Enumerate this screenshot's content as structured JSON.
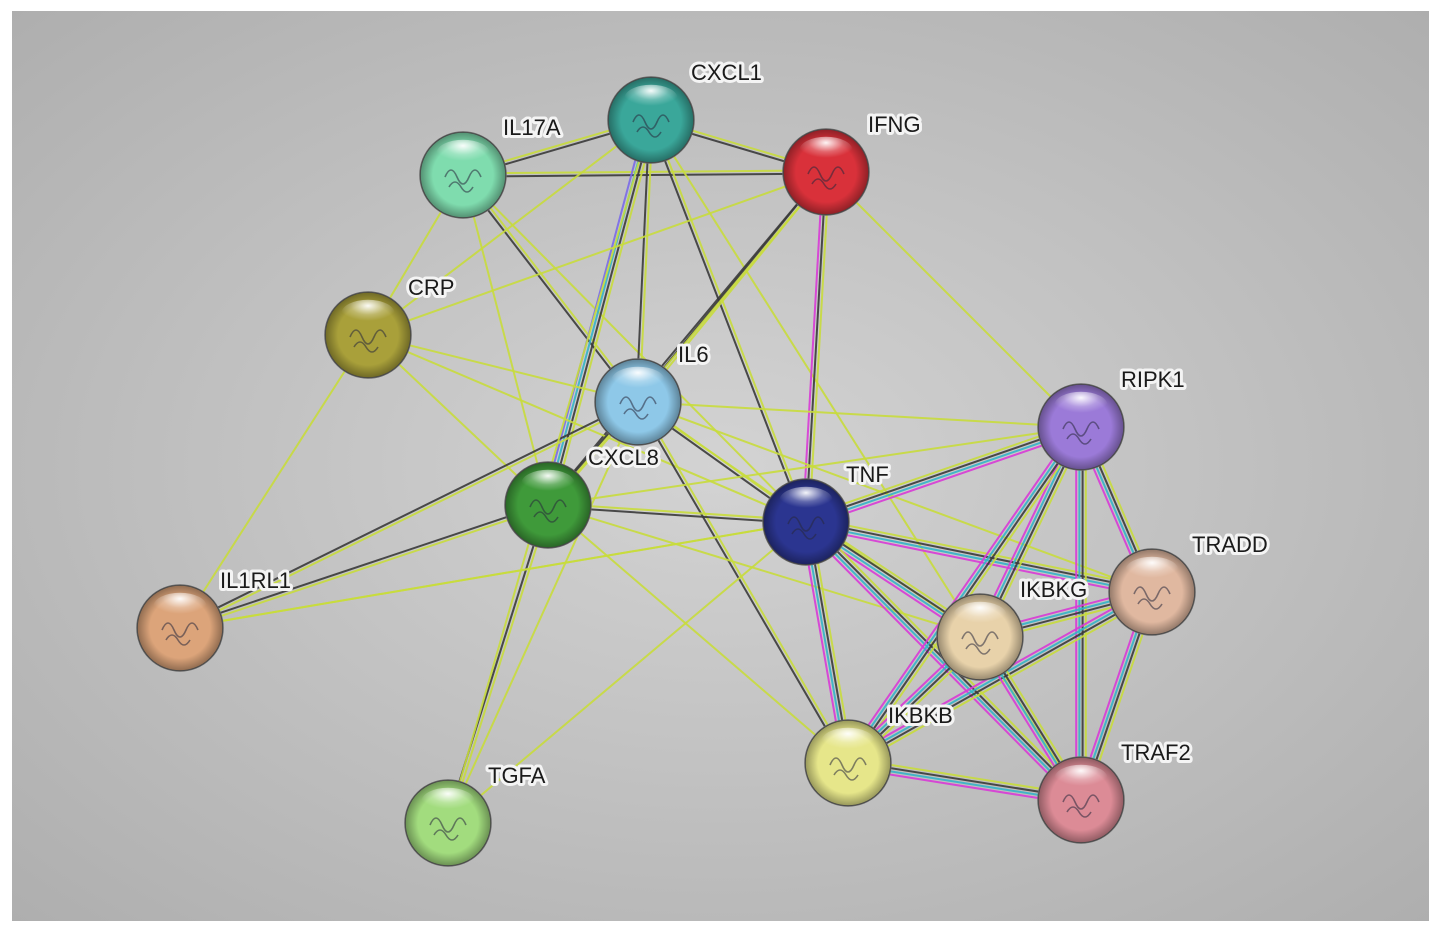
{
  "network": {
    "nodes": [
      {
        "id": "CXCL1",
        "label": "CXCL1",
        "color": "#3aa79a"
      },
      {
        "id": "IL17A",
        "label": "IL17A",
        "color": "#7fdcae"
      },
      {
        "id": "IFNG",
        "label": "IFNG",
        "color": "#d9313a"
      },
      {
        "id": "CRP",
        "label": "CRP",
        "color": "#a9a03a"
      },
      {
        "id": "IL6",
        "label": "IL6",
        "color": "#8ec8e8"
      },
      {
        "id": "CXCL8",
        "label": "CXCL8",
        "color": "#3f9a3a"
      },
      {
        "id": "TNF",
        "label": "TNF",
        "color": "#2b3590"
      },
      {
        "id": "RIPK1",
        "label": "RIPK1",
        "color": "#9b7ad8"
      },
      {
        "id": "TRADD",
        "label": "TRADD",
        "color": "#e0b8a0"
      },
      {
        "id": "IKBKG",
        "label": "IKBKG",
        "color": "#e8d2aa"
      },
      {
        "id": "IL1RL1",
        "label": "IL1RL1",
        "color": "#dca47a"
      },
      {
        "id": "IKBKB",
        "label": "IKBKB",
        "color": "#e6e68a"
      },
      {
        "id": "TRAF2",
        "label": "TRAF2",
        "color": "#dc8b96"
      },
      {
        "id": "TGFA",
        "label": "TGFA",
        "color": "#a2dc7e"
      }
    ],
    "edge_colors": {
      "text_mining": "#c8dc3c",
      "coexpression": "#3a3a3a",
      "database": "#34b4c8",
      "experimental": "#d83ad6",
      "homology": "#7a6ae8"
    },
    "edges": [
      {
        "a": "IL17A",
        "b": "CXCL1",
        "types": [
          "text_mining",
          "coexpression"
        ]
      },
      {
        "a": "IL17A",
        "b": "IFNG",
        "types": [
          "text_mining",
          "coexpression"
        ]
      },
      {
        "a": "IL17A",
        "b": "IL6",
        "types": [
          "text_mining",
          "coexpression"
        ]
      },
      {
        "a": "IL17A",
        "b": "CXCL8",
        "types": [
          "text_mining"
        ]
      },
      {
        "a": "IL17A",
        "b": "CRP",
        "types": [
          "text_mining"
        ]
      },
      {
        "a": "IL17A",
        "b": "TNF",
        "types": [
          "text_mining"
        ]
      },
      {
        "a": "CXCL1",
        "b": "IFNG",
        "types": [
          "text_mining",
          "coexpression"
        ]
      },
      {
        "a": "CXCL1",
        "b": "IL6",
        "types": [
          "text_mining",
          "coexpression"
        ]
      },
      {
        "a": "CXCL1",
        "b": "CXCL8",
        "types": [
          "text_mining",
          "coexpression",
          "database",
          "homology"
        ]
      },
      {
        "a": "CXCL1",
        "b": "TNF",
        "types": [
          "text_mining",
          "coexpression"
        ]
      },
      {
        "a": "CXCL1",
        "b": "TRAF2",
        "types": [
          "text_mining"
        ]
      },
      {
        "a": "IFNG",
        "b": "IL6",
        "types": [
          "text_mining",
          "coexpression"
        ]
      },
      {
        "a": "IFNG",
        "b": "CXCL8",
        "types": [
          "text_mining",
          "coexpression"
        ]
      },
      {
        "a": "IFNG",
        "b": "TNF",
        "types": [
          "text_mining",
          "coexpression",
          "experimental"
        ]
      },
      {
        "a": "IFNG",
        "b": "CRP",
        "types": [
          "text_mining"
        ]
      },
      {
        "a": "IFNG",
        "b": "RIPK1",
        "types": [
          "text_mining"
        ]
      },
      {
        "a": "CRP",
        "b": "IL6",
        "types": [
          "text_mining"
        ]
      },
      {
        "a": "CRP",
        "b": "CXCL8",
        "types": [
          "text_mining"
        ]
      },
      {
        "a": "CRP",
        "b": "TNF",
        "types": [
          "text_mining"
        ]
      },
      {
        "a": "CRP",
        "b": "IL1RL1",
        "types": [
          "text_mining"
        ]
      },
      {
        "a": "CRP",
        "b": "CXCL1",
        "types": [
          "text_mining"
        ]
      },
      {
        "a": "IL6",
        "b": "CXCL8",
        "types": [
          "text_mining",
          "coexpression"
        ]
      },
      {
        "a": "IL6",
        "b": "TNF",
        "types": [
          "text_mining",
          "coexpression"
        ]
      },
      {
        "a": "IL6",
        "b": "RIPK1",
        "types": [
          "text_mining"
        ]
      },
      {
        "a": "IL6",
        "b": "IL1RL1",
        "types": [
          "text_mining",
          "coexpression"
        ]
      },
      {
        "a": "IL6",
        "b": "TGFA",
        "types": [
          "text_mining"
        ]
      },
      {
        "a": "IL6",
        "b": "IKBKB",
        "types": [
          "text_mining",
          "coexpression"
        ]
      },
      {
        "a": "IL6",
        "b": "TRADD",
        "types": [
          "text_mining"
        ]
      },
      {
        "a": "IL6",
        "b": "IKBKG",
        "types": [
          "text_mining"
        ]
      },
      {
        "a": "CXCL8",
        "b": "TNF",
        "types": [
          "text_mining",
          "coexpression"
        ]
      },
      {
        "a": "CXCL8",
        "b": "IL1RL1",
        "types": [
          "text_mining",
          "coexpression"
        ]
      },
      {
        "a": "CXCL8",
        "b": "TGFA",
        "types": [
          "text_mining",
          "coexpression"
        ]
      },
      {
        "a": "CXCL8",
        "b": "IKBKB",
        "types": [
          "text_mining"
        ]
      },
      {
        "a": "CXCL8",
        "b": "IKBKG",
        "types": [
          "text_mining"
        ]
      },
      {
        "a": "CXCL8",
        "b": "RIPK1",
        "types": [
          "text_mining"
        ]
      },
      {
        "a": "TNF",
        "b": "RIPK1",
        "types": [
          "text_mining",
          "coexpression",
          "database",
          "experimental"
        ]
      },
      {
        "a": "TNF",
        "b": "TRADD",
        "types": [
          "text_mining",
          "coexpression",
          "database",
          "experimental"
        ]
      },
      {
        "a": "TNF",
        "b": "IKBKG",
        "types": [
          "text_mining",
          "coexpression",
          "database",
          "experimental"
        ]
      },
      {
        "a": "TNF",
        "b": "IKBKB",
        "types": [
          "text_mining",
          "coexpression",
          "database",
          "experimental"
        ]
      },
      {
        "a": "TNF",
        "b": "TRAF2",
        "types": [
          "text_mining",
          "coexpression",
          "database",
          "experimental"
        ]
      },
      {
        "a": "TNF",
        "b": "IL1RL1",
        "types": [
          "text_mining"
        ]
      },
      {
        "a": "TNF",
        "b": "TGFA",
        "types": [
          "text_mining"
        ]
      },
      {
        "a": "RIPK1",
        "b": "TRADD",
        "types": [
          "text_mining",
          "coexpression",
          "database",
          "experimental"
        ]
      },
      {
        "a": "RIPK1",
        "b": "IKBKG",
        "types": [
          "text_mining",
          "coexpression",
          "database",
          "experimental"
        ]
      },
      {
        "a": "RIPK1",
        "b": "IKBKB",
        "types": [
          "text_mining",
          "coexpression",
          "database",
          "experimental"
        ]
      },
      {
        "a": "RIPK1",
        "b": "TRAF2",
        "types": [
          "text_mining",
          "coexpression",
          "database",
          "experimental"
        ]
      },
      {
        "a": "TRADD",
        "b": "IKBKG",
        "types": [
          "text_mining",
          "coexpression",
          "database",
          "experimental"
        ]
      },
      {
        "a": "TRADD",
        "b": "IKBKB",
        "types": [
          "text_mining",
          "coexpression",
          "database",
          "experimental"
        ]
      },
      {
        "a": "TRADD",
        "b": "TRAF2",
        "types": [
          "text_mining",
          "coexpression",
          "database",
          "experimental"
        ]
      },
      {
        "a": "IKBKG",
        "b": "IKBKB",
        "types": [
          "text_mining",
          "coexpression",
          "database",
          "experimental"
        ]
      },
      {
        "a": "IKBKG",
        "b": "TRAF2",
        "types": [
          "text_mining",
          "coexpression",
          "database",
          "experimental"
        ]
      },
      {
        "a": "IKBKB",
        "b": "TRAF2",
        "types": [
          "text_mining",
          "coexpression",
          "database",
          "experimental"
        ]
      },
      {
        "a": "IL1RL1",
        "b": "TNF",
        "types": [
          "text_mining"
        ]
      },
      {
        "a": "TGFA",
        "b": "CXCL1",
        "types": [
          "text_mining"
        ]
      }
    ]
  }
}
